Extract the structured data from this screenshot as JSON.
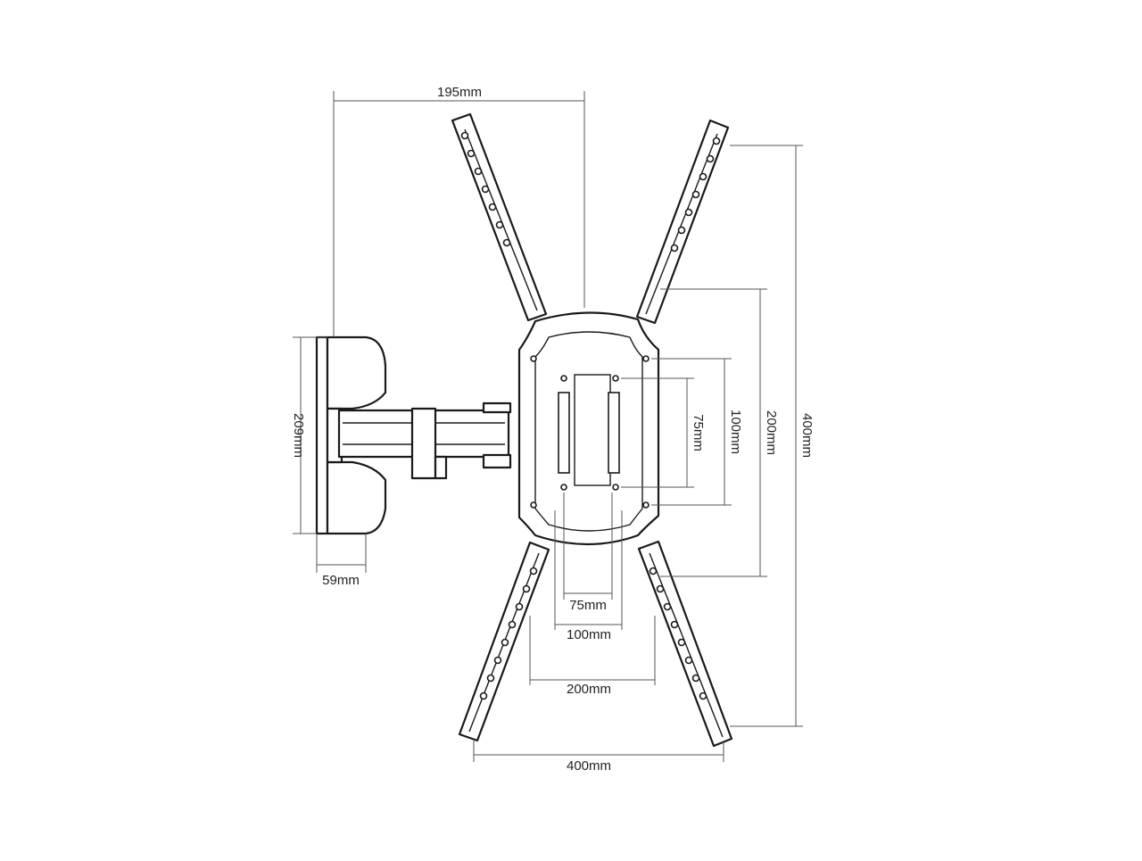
{
  "dimensions": {
    "top_depth": "195mm",
    "wall_plate_height": "209mm",
    "wall_plate_depth": "59mm",
    "vesa_v_75": "75mm",
    "vesa_v_100": "100mm",
    "vesa_v_200": "200mm",
    "vesa_v_400": "400mm",
    "vesa_h_75": "75mm",
    "vesa_h_100": "100mm",
    "vesa_h_200": "200mm",
    "vesa_h_400": "400mm"
  }
}
